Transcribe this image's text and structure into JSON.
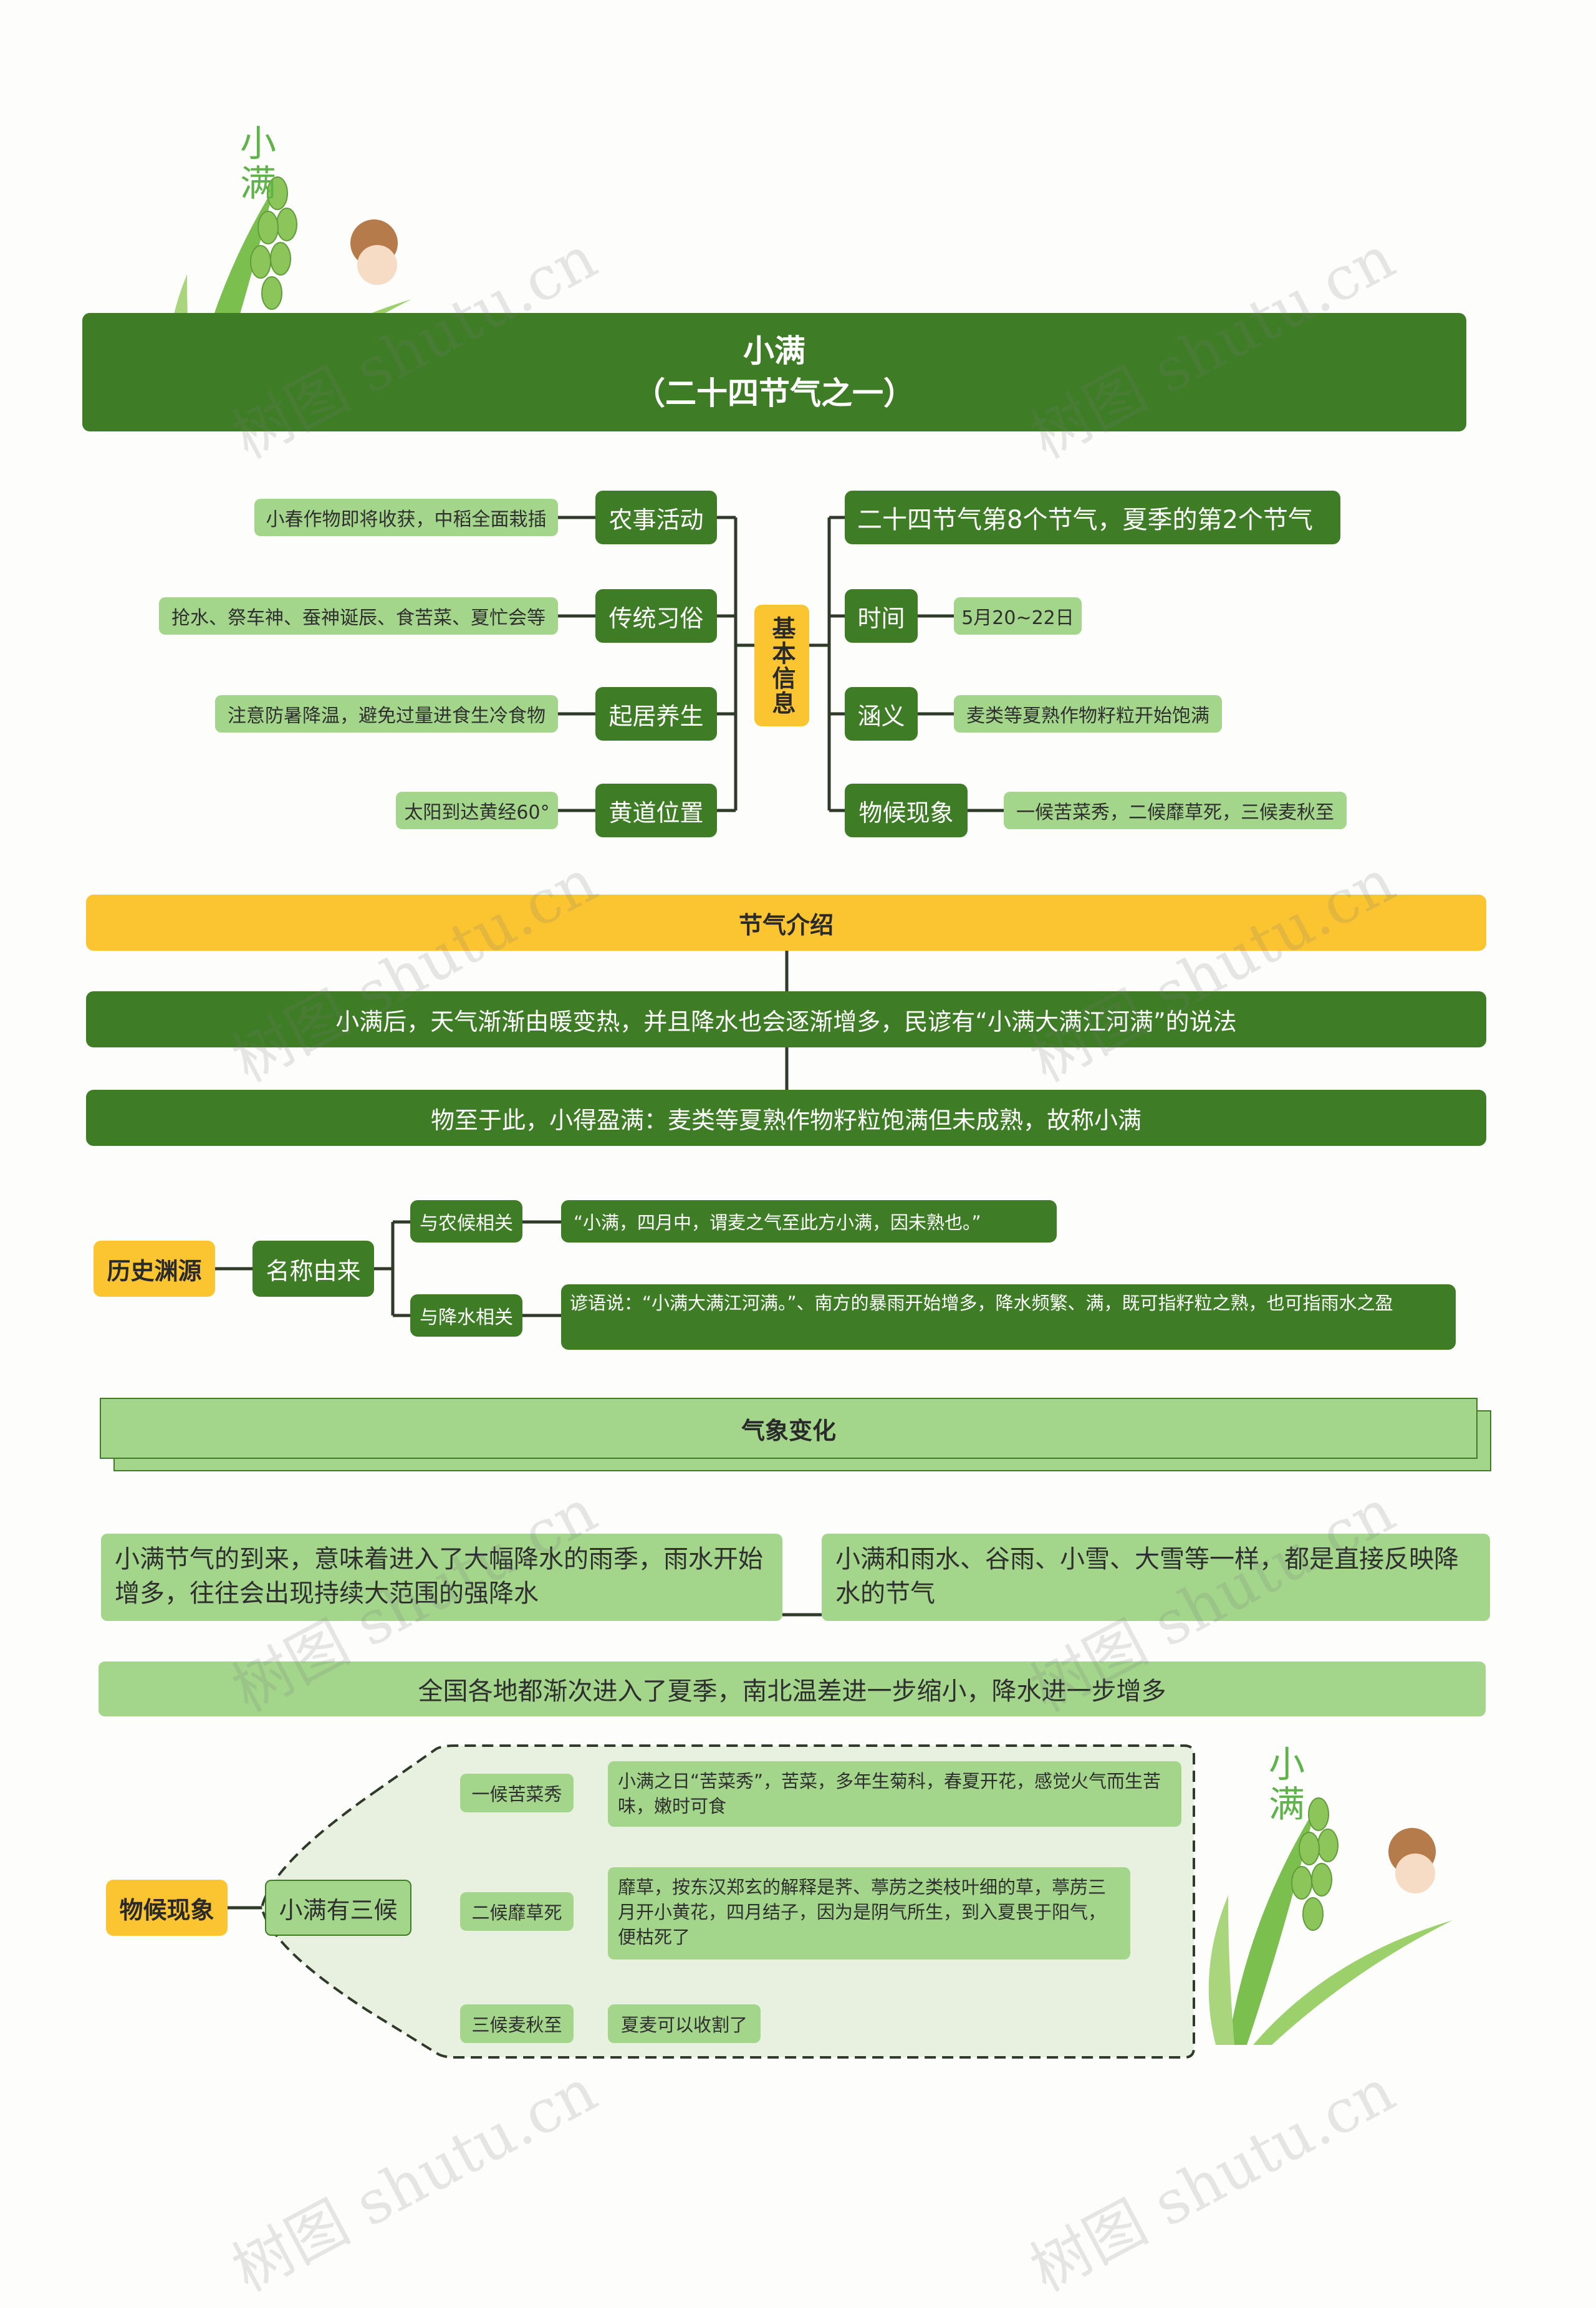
{
  "header": {
    "title_line1": "小满",
    "title_line2": "（二十四节气之一）"
  },
  "decor": {
    "plant_label": "小满"
  },
  "basic": {
    "center": "基本信息",
    "left": [
      {
        "label": "农事活动",
        "detail": "小春作物即将收获，中稻全面栽插"
      },
      {
        "label": "传统习俗",
        "detail": "抢水、祭车神、蚕神诞辰、食苦菜、夏忙会等"
      },
      {
        "label": "起居养生",
        "detail": "注意防暑降温，避免过量进食生冷食物"
      },
      {
        "label": "黄道位置",
        "detail": "太阳到达黄经60°"
      }
    ],
    "right_top": "二十四节气第8个节气，夏季的第2个节气",
    "right": [
      {
        "label": "时间",
        "detail": "5月20~22日"
      },
      {
        "label": "涵义",
        "detail": "麦类等夏熟作物籽粒开始饱满"
      },
      {
        "label": "物候现象",
        "detail": "一候苦菜秀，二候靡草死，三候麦秋至"
      }
    ]
  },
  "intro": {
    "title": "节气介绍",
    "items": [
      "小满后，天气渐渐由暖变热，并且降水也会逐渐增多，民谚有“小满大满江河满”的说法",
      "物至于此，小得盈满：麦类等夏熟作物籽粒饱满但未成熟，故称小满"
    ]
  },
  "history": {
    "title": "历史渊源",
    "node": "名称由来",
    "branches": [
      {
        "label": "与农候相关",
        "detail": "“小满，四月中，谓麦之气至此方小满，因未熟也。”"
      },
      {
        "label": "与降水相关",
        "detail": "谚语说：“小满大满江河满。”、南方的暴雨开始增多，降水频繁、满，既可指籽粒之熟，也可指雨水之盈"
      }
    ]
  },
  "weather": {
    "title": "气象变化",
    "left": "小满节气的到来，意味着进入了大幅降水的雨季，雨水开始增多，往往会出现持续大范围的强降水",
    "right": "小满和雨水、谷雨、小雪、大雪等一样，都是直接反映降水的节气",
    "bottom": "全国各地都渐次进入了夏季，南北温差进一步缩小，降水进一步增多"
  },
  "phenology": {
    "title": "物候现象",
    "node": "小满有三候",
    "branches": [
      {
        "label": "一候苦菜秀",
        "detail": "小满之日“苦菜秀”，苦菜，多年生菊科，春夏开花，感觉火气而生苦味，嫩时可食"
      },
      {
        "label": "二候靡草死",
        "detail": "靡草，按东汉郑玄的解释是荠、葶苈之类枝叶细的草，葶苈三月开小黄花，四月结子，因为是阴气所生，到入夏畏于阳气，便枯死了"
      },
      {
        "label": "三候麦秋至",
        "detail": "夏麦可以收割了"
      }
    ]
  },
  "watermark": "树图 shutu.cn",
  "colors": {
    "dark_green": "#3e7d25",
    "light_green": "#a3d68b",
    "yellow": "#fbc531",
    "line": "#2f3a2a"
  }
}
